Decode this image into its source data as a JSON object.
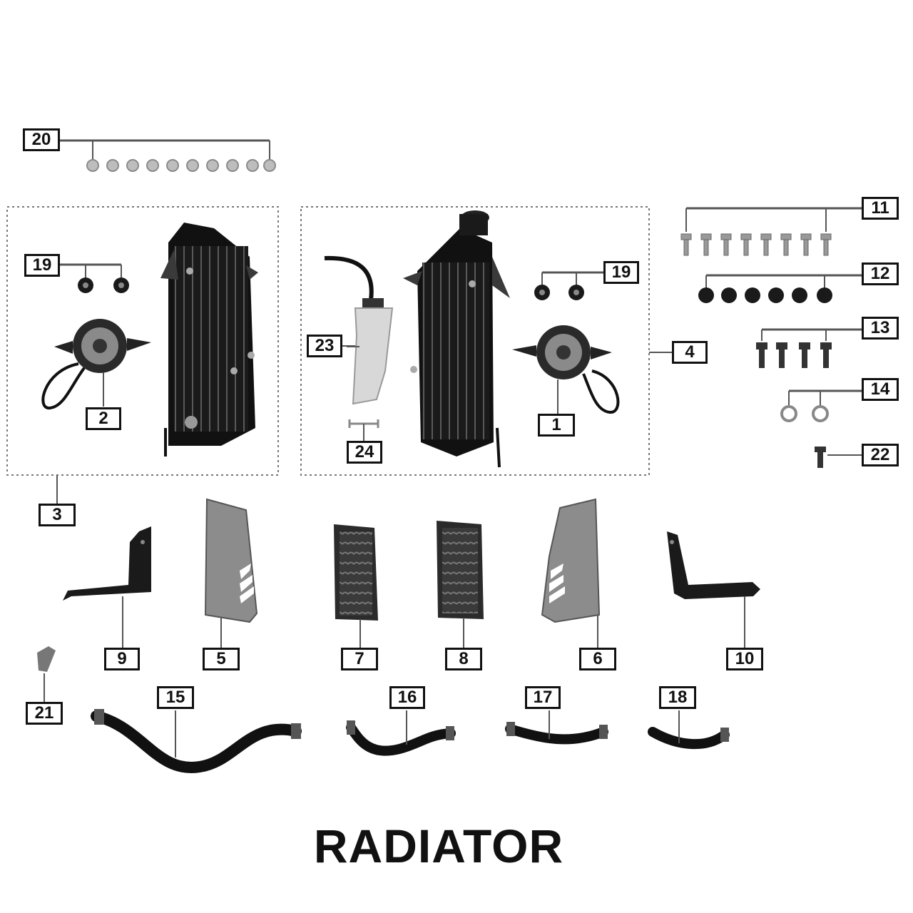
{
  "title": "RADIATOR",
  "callouts": {
    "c1": "1",
    "c2": "2",
    "c3": "3",
    "c4": "4",
    "c5": "5",
    "c6": "6",
    "c7": "7",
    "c8": "8",
    "c9": "9",
    "c10": "10",
    "c11": "11",
    "c12": "12",
    "c13": "13",
    "c14": "14",
    "c15": "15",
    "c16": "16",
    "c17": "17",
    "c18": "18",
    "c19a": "19",
    "c19b": "19",
    "c20": "20",
    "c21": "21",
    "c22": "22",
    "c23": "23",
    "c24": "24"
  }
}
